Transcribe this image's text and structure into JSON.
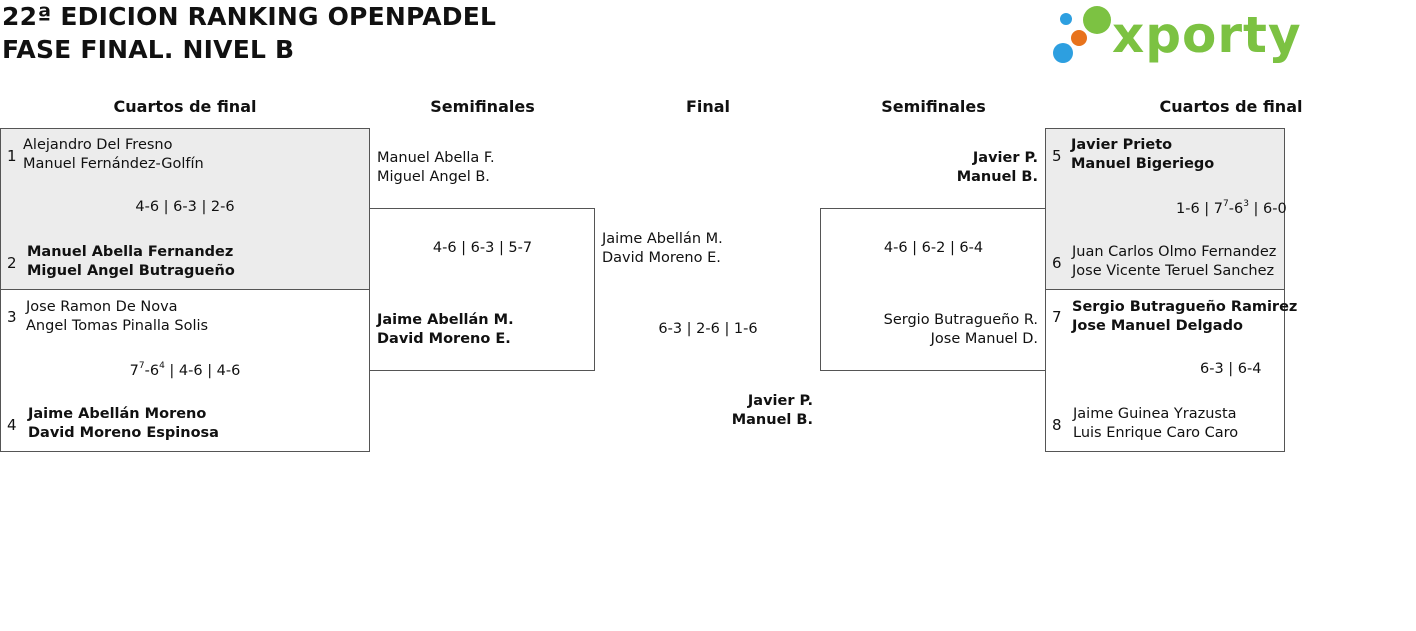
{
  "title": {
    "line1": "22ª EDICION RANKING OPENPADEL",
    "line2": "FASE FINAL. NIVEL B"
  },
  "logo": {
    "text": "xporty",
    "colors": [
      "#2d9fe0",
      "#e8731c",
      "#7cc242"
    ]
  },
  "headers": {
    "left_qf": "Cuartos de final",
    "left_sf": "Semifinales",
    "final": "Final",
    "right_sf": "Semifinales",
    "right_qf": "Cuartos de final"
  },
  "left_qf": [
    {
      "top": {
        "seed": "1",
        "p1": "Alejandro Del Fresno",
        "p2": "Manuel Fernández-Golfín"
      },
      "score": "4-6 | 6-3 | 2-6",
      "bottom": {
        "seed": "2",
        "p1": "Manuel Abella Fernandez",
        "p2": "Miguel Angel Butragueño"
      }
    },
    {
      "top": {
        "seed": "3",
        "p1": "Jose Ramon De Nova",
        "p2": "Angel Tomas Pinalla Solis"
      },
      "score_parts": {
        "a": "7",
        "a_sup": "7",
        "b": "-6",
        "b_sup": "4",
        "rest": " | 4-6 | 4-6"
      },
      "bottom": {
        "seed": "4",
        "p1": "Jaime Abellán Moreno",
        "p2": "David Moreno Espinosa"
      }
    }
  ],
  "left_sf": {
    "top": {
      "p1": "Manuel Abella F.",
      "p2": "Miguel Angel B."
    },
    "score": "4-6 | 6-3 | 5-7",
    "bottom": {
      "p1": "Jaime Abellán M.",
      "p2": "David Moreno E."
    }
  },
  "final": {
    "top": {
      "p1": "Jaime Abellán M.",
      "p2": "David Moreno E."
    },
    "score": "6-3 | 2-6 | 1-6",
    "bottom": {
      "p1": "Javier P.",
      "p2": "Manuel B."
    }
  },
  "right_sf": {
    "top": {
      "p1": "Javier P.",
      "p2": "Manuel B."
    },
    "score": "4-6 | 6-2 | 6-4",
    "bottom": {
      "p1": "Sergio Butragueño R.",
      "p2": "Jose Manuel D."
    }
  },
  "right_qf": [
    {
      "top": {
        "seed": "5",
        "p1": "Javier Prieto",
        "p2": "Manuel Bigeriego"
      },
      "score_parts": {
        "a": "1-6 | 7",
        "a_sup": "7",
        "b": "-6",
        "b_sup": "3",
        "rest": " | 6-0"
      },
      "bottom": {
        "seed": "6",
        "p1": "Juan Carlos Olmo Fernandez",
        "p2": "Jose Vicente Teruel Sanchez"
      }
    },
    {
      "top": {
        "seed": "7",
        "p1": "Sergio Butragueño Ramirez",
        "p2": "Jose Manuel Delgado"
      },
      "score": "6-3 | 6-4",
      "bottom": {
        "seed": "8",
        "p1": "Jaime Guinea Yrazusta",
        "p2": "Luis Enrique Caro Caro"
      }
    }
  ]
}
